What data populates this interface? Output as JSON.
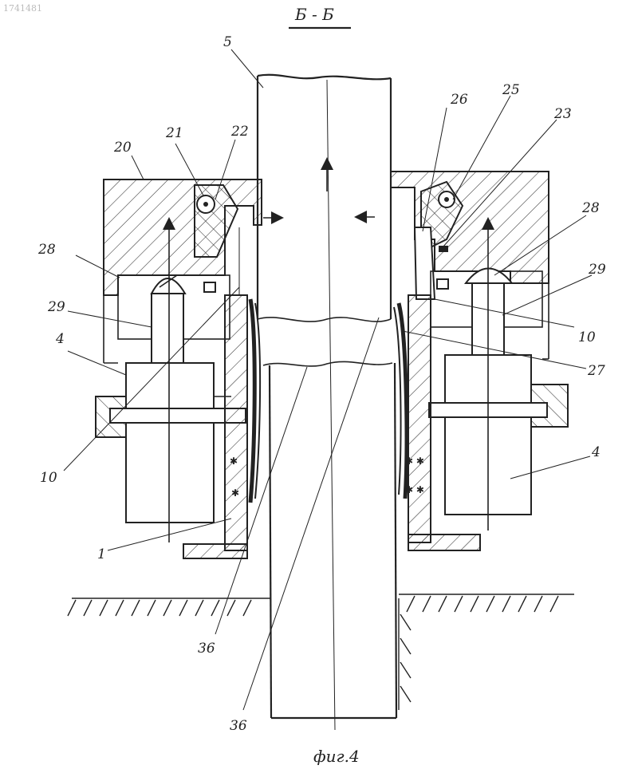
{
  "figure": {
    "section_title": "Б - Б",
    "caption": "фиг.4",
    "corner_mark": "1741481"
  },
  "labels": {
    "l5": "5",
    "l20": "20",
    "l21": "21",
    "l22": "22",
    "l26": "26",
    "l25": "25",
    "l23": "23",
    "l28": "28",
    "l29": "29",
    "l10": "10",
    "l27": "27",
    "l4_right": "4",
    "l28_left": "28",
    "l29_left": "29",
    "l4_left": "4",
    "l10_left": "10",
    "l1": "1",
    "l36_a": "36",
    "l36_b": "36"
  }
}
